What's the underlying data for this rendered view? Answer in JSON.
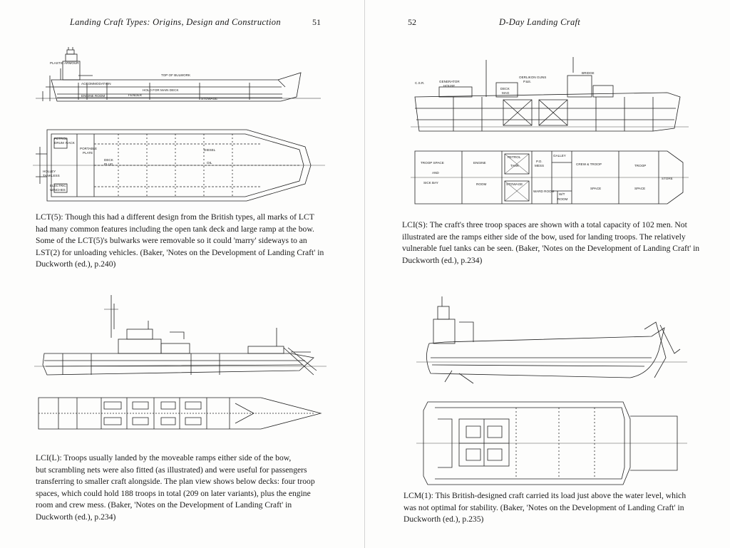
{
  "left_page": {
    "running_head": "Landing Craft Types: Origins, Design and Construction",
    "page_number": "51",
    "figure_1": {
      "caption_lines": [
        "LCT(5): Though this had a different design from the British types, all marks of LCT",
        "had many common features including the open tank deck and large ramp at the bow.",
        "Some of the LCT(5)'s bulwarks were removable so it could 'marry' sideways to an",
        "LST(2) for unloading vehicles. (Baker, 'Notes on the Development of Landing Craft' in",
        "Duckworth (ed.), p.240)"
      ],
      "labels": [
        "PLASTIC ARMOUR",
        "ACCOMMODATION",
        "TOP OF BULWORK",
        "HOLD FOR MAIN DECK",
        "ENGINE ROOM",
        "FENDER",
        "STOWAGE",
        "PETROL",
        "DRUM",
        "RACK",
        "PORTABLE",
        "PLATE",
        "DECK",
        "PLUG",
        "DIESEL",
        "OIL",
        "HOLLEY",
        "TANKLESS",
        "ELECTRIC",
        "WINCHES"
      ]
    },
    "figure_2": {
      "caption_lines": [
        "LCI(L): Troops usually landed by the moveable ramps either side of the bow,",
        "but scrambling nets were also fitted (as illustrated) and were useful for passengers",
        "transferring to smaller craft alongside. The plan view shows below decks: four troop",
        "spaces, which could hold 188 troops in total (209 on later variants), plus the engine",
        "room and crew mess. (Baker, 'Notes on the Development of Landing Craft' in",
        "Duckworth (ed.), p.234)"
      ]
    }
  },
  "right_page": {
    "running_head": "D-Day Landing Craft",
    "page_number": "52",
    "figure_1": {
      "caption_lines": [
        "LCI(S): The craft's three troop spaces are shown with a total capacity of 102 men. Not",
        "illustrated are the ramps either side of the bow, used for landing troops. The relatively",
        "vulnerable fuel tanks can be seen. (Baker, 'Notes on the Development of Landing Craft' in",
        "Duckworth (ed.), p.234)"
      ],
      "labels": [
        "OERLIKON GUNS",
        "P.&S.",
        "BRIDGE",
        "C.S.R.",
        "GENERATOR",
        "HOUSE",
        "DECK",
        "MAG",
        "TROOP SPACE",
        "AND",
        "SICK BAY",
        "ENGINE",
        "ROOM",
        "PETROL",
        "TANK",
        "STOWAGE",
        "GALLEY",
        "P.O.",
        "MESS",
        "WARD ROOM",
        "W/T",
        "ROOM",
        "CREW & TROOP",
        "SPACE",
        "TROOP",
        "SPACE",
        "STORE"
      ]
    },
    "figure_2": {
      "caption_lines": [
        "LCM(1): This British-designed craft carried its load just above the water level, which",
        "was not optimal for stability. (Baker, 'Notes on the Development of Landing Craft' in",
        "Duckworth (ed.), p.235)"
      ]
    }
  }
}
